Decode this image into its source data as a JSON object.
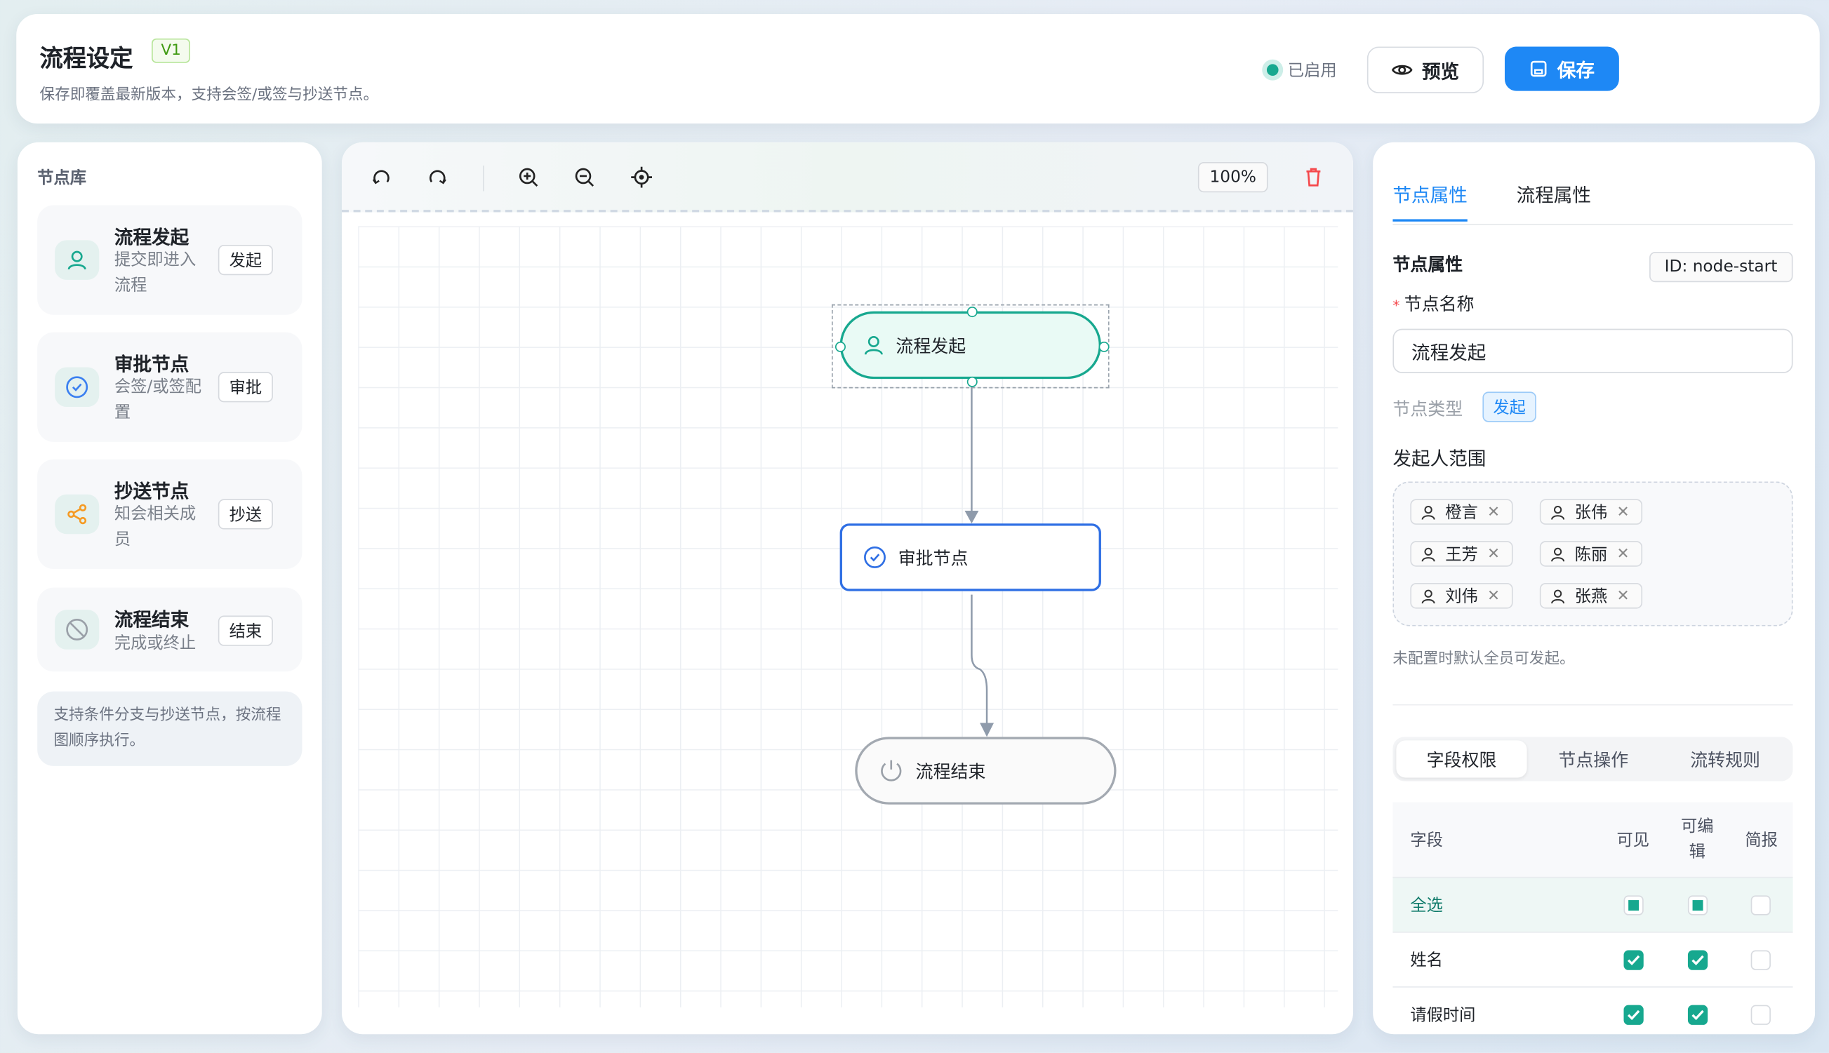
{
  "header": {
    "title": "流程设定",
    "version": "V1",
    "subtitle": "保存即覆盖最新版本，支持会签/或签与抄送节点。",
    "status": "已启用",
    "preview_label": "预览",
    "save_label": "保存"
  },
  "library": {
    "title": "节点库",
    "items": [
      {
        "name": "流程发起",
        "desc": "提交即进入流程",
        "tag": "发起",
        "icon": "user-icon",
        "color": "#17a88f"
      },
      {
        "name": "审批节点",
        "desc": "会签/或签配置",
        "tag": "审批",
        "icon": "check-circle-icon",
        "color": "#3b7ff0"
      },
      {
        "name": "抄送节点",
        "desc": "知会相关成员",
        "tag": "抄送",
        "icon": "share-icon",
        "color": "#f59a23"
      },
      {
        "name": "流程结束",
        "desc": "完成或终止",
        "tag": "结束",
        "icon": "ban-icon",
        "color": "#9aa0a8"
      }
    ],
    "note": "支持条件分支与抄送节点，按流程图顺序执行。"
  },
  "canvas": {
    "zoom": "100%",
    "nodes": [
      {
        "label": "流程发起",
        "type": "start",
        "color": "#17a88f"
      },
      {
        "label": "审批节点",
        "type": "approval",
        "color": "#2f6fe4"
      },
      {
        "label": "流程结束",
        "type": "end",
        "color": "#9aa0a8"
      }
    ]
  },
  "panel": {
    "tabs": [
      "节点属性",
      "流程属性"
    ],
    "section_title": "节点属性",
    "node_id": "ID: node-start",
    "name_label": "节点名称",
    "name_value": "流程发起",
    "type_label": "节点类型",
    "type_value": "发起",
    "scope_label": "发起人范围",
    "people": [
      "橙言",
      "张伟",
      "王芳",
      "陈丽",
      "刘伟",
      "张燕"
    ],
    "scope_hint": "未配置时默认全员可发起。",
    "sub_tabs": [
      "字段权限",
      "节点操作",
      "流转规则"
    ],
    "table": {
      "headers": [
        "字段",
        "可见",
        "可编辑",
        "简报"
      ],
      "rows": [
        {
          "field": "全选",
          "visible": "partial",
          "editable": "partial",
          "brief": false
        },
        {
          "field": "姓名",
          "visible": true,
          "editable": true,
          "brief": false
        },
        {
          "field": "请假时间",
          "visible": true,
          "editable": true,
          "brief": false
        }
      ]
    }
  },
  "colors": {
    "accent": "#1e88f5",
    "teal": "#17a88f",
    "danger": "#f5484c"
  }
}
